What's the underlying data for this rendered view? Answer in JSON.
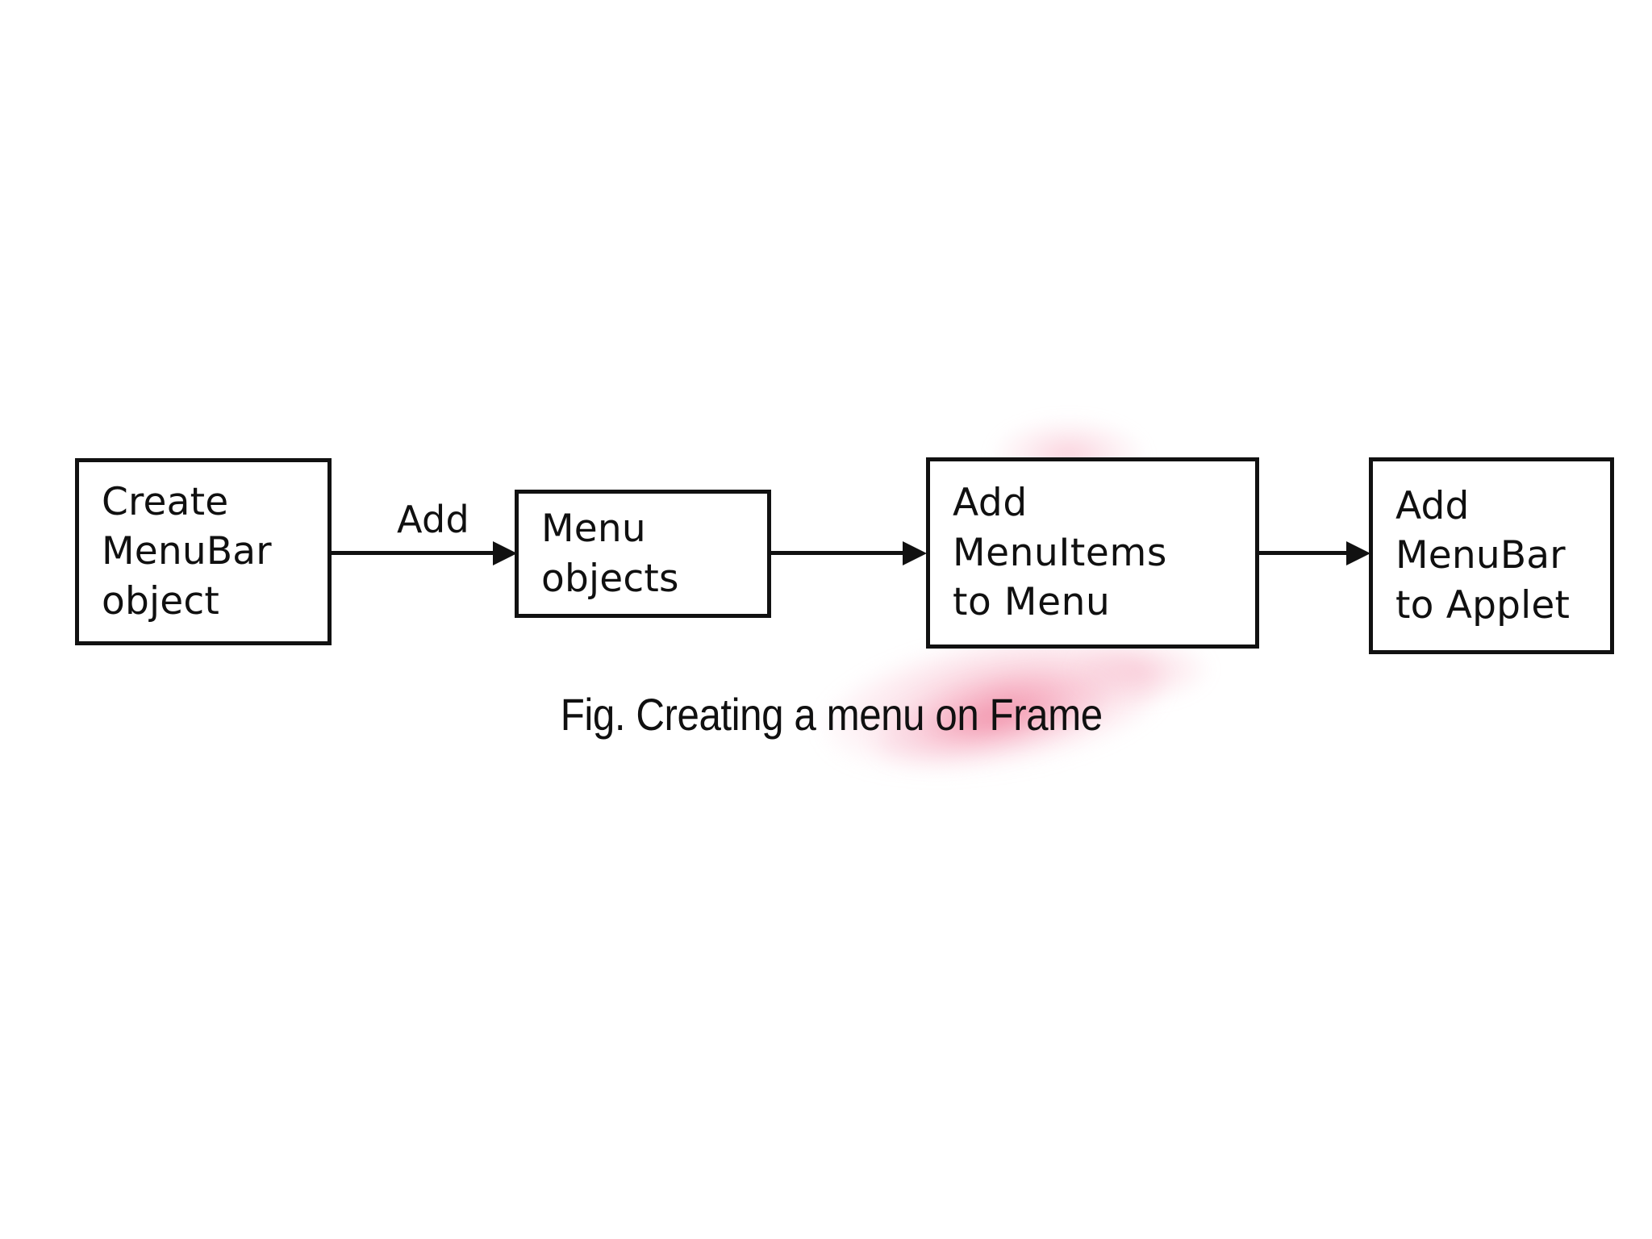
{
  "figure": {
    "caption": "Fig. Creating a menu on Frame",
    "background_color": "#ffffff",
    "stroke_color": "#111111",
    "text_color": "#101010",
    "artifact_color": "#f096af"
  },
  "nodes": [
    {
      "id": "create-menubar-object",
      "lines": [
        "Create",
        "MenuBar",
        "object"
      ]
    },
    {
      "id": "menu-objects",
      "lines": [
        "Menu",
        "objects"
      ]
    },
    {
      "id": "add-menuitems-to-menu",
      "lines": [
        "Add",
        "MenuItems",
        "to Menu"
      ]
    },
    {
      "id": "add-menubar-to-applet",
      "lines": [
        "Add",
        "MenuBar",
        "to Applet"
      ]
    }
  ],
  "edges": [
    {
      "id": "edge-1",
      "from": "create-menubar-object",
      "to": "menu-objects",
      "label": "Add"
    },
    {
      "id": "edge-2",
      "from": "menu-objects",
      "to": "add-menuitems-to-menu",
      "label": ""
    },
    {
      "id": "edge-3",
      "from": "add-menuitems-to-menu",
      "to": "add-menubar-to-applet",
      "label": ""
    }
  ]
}
